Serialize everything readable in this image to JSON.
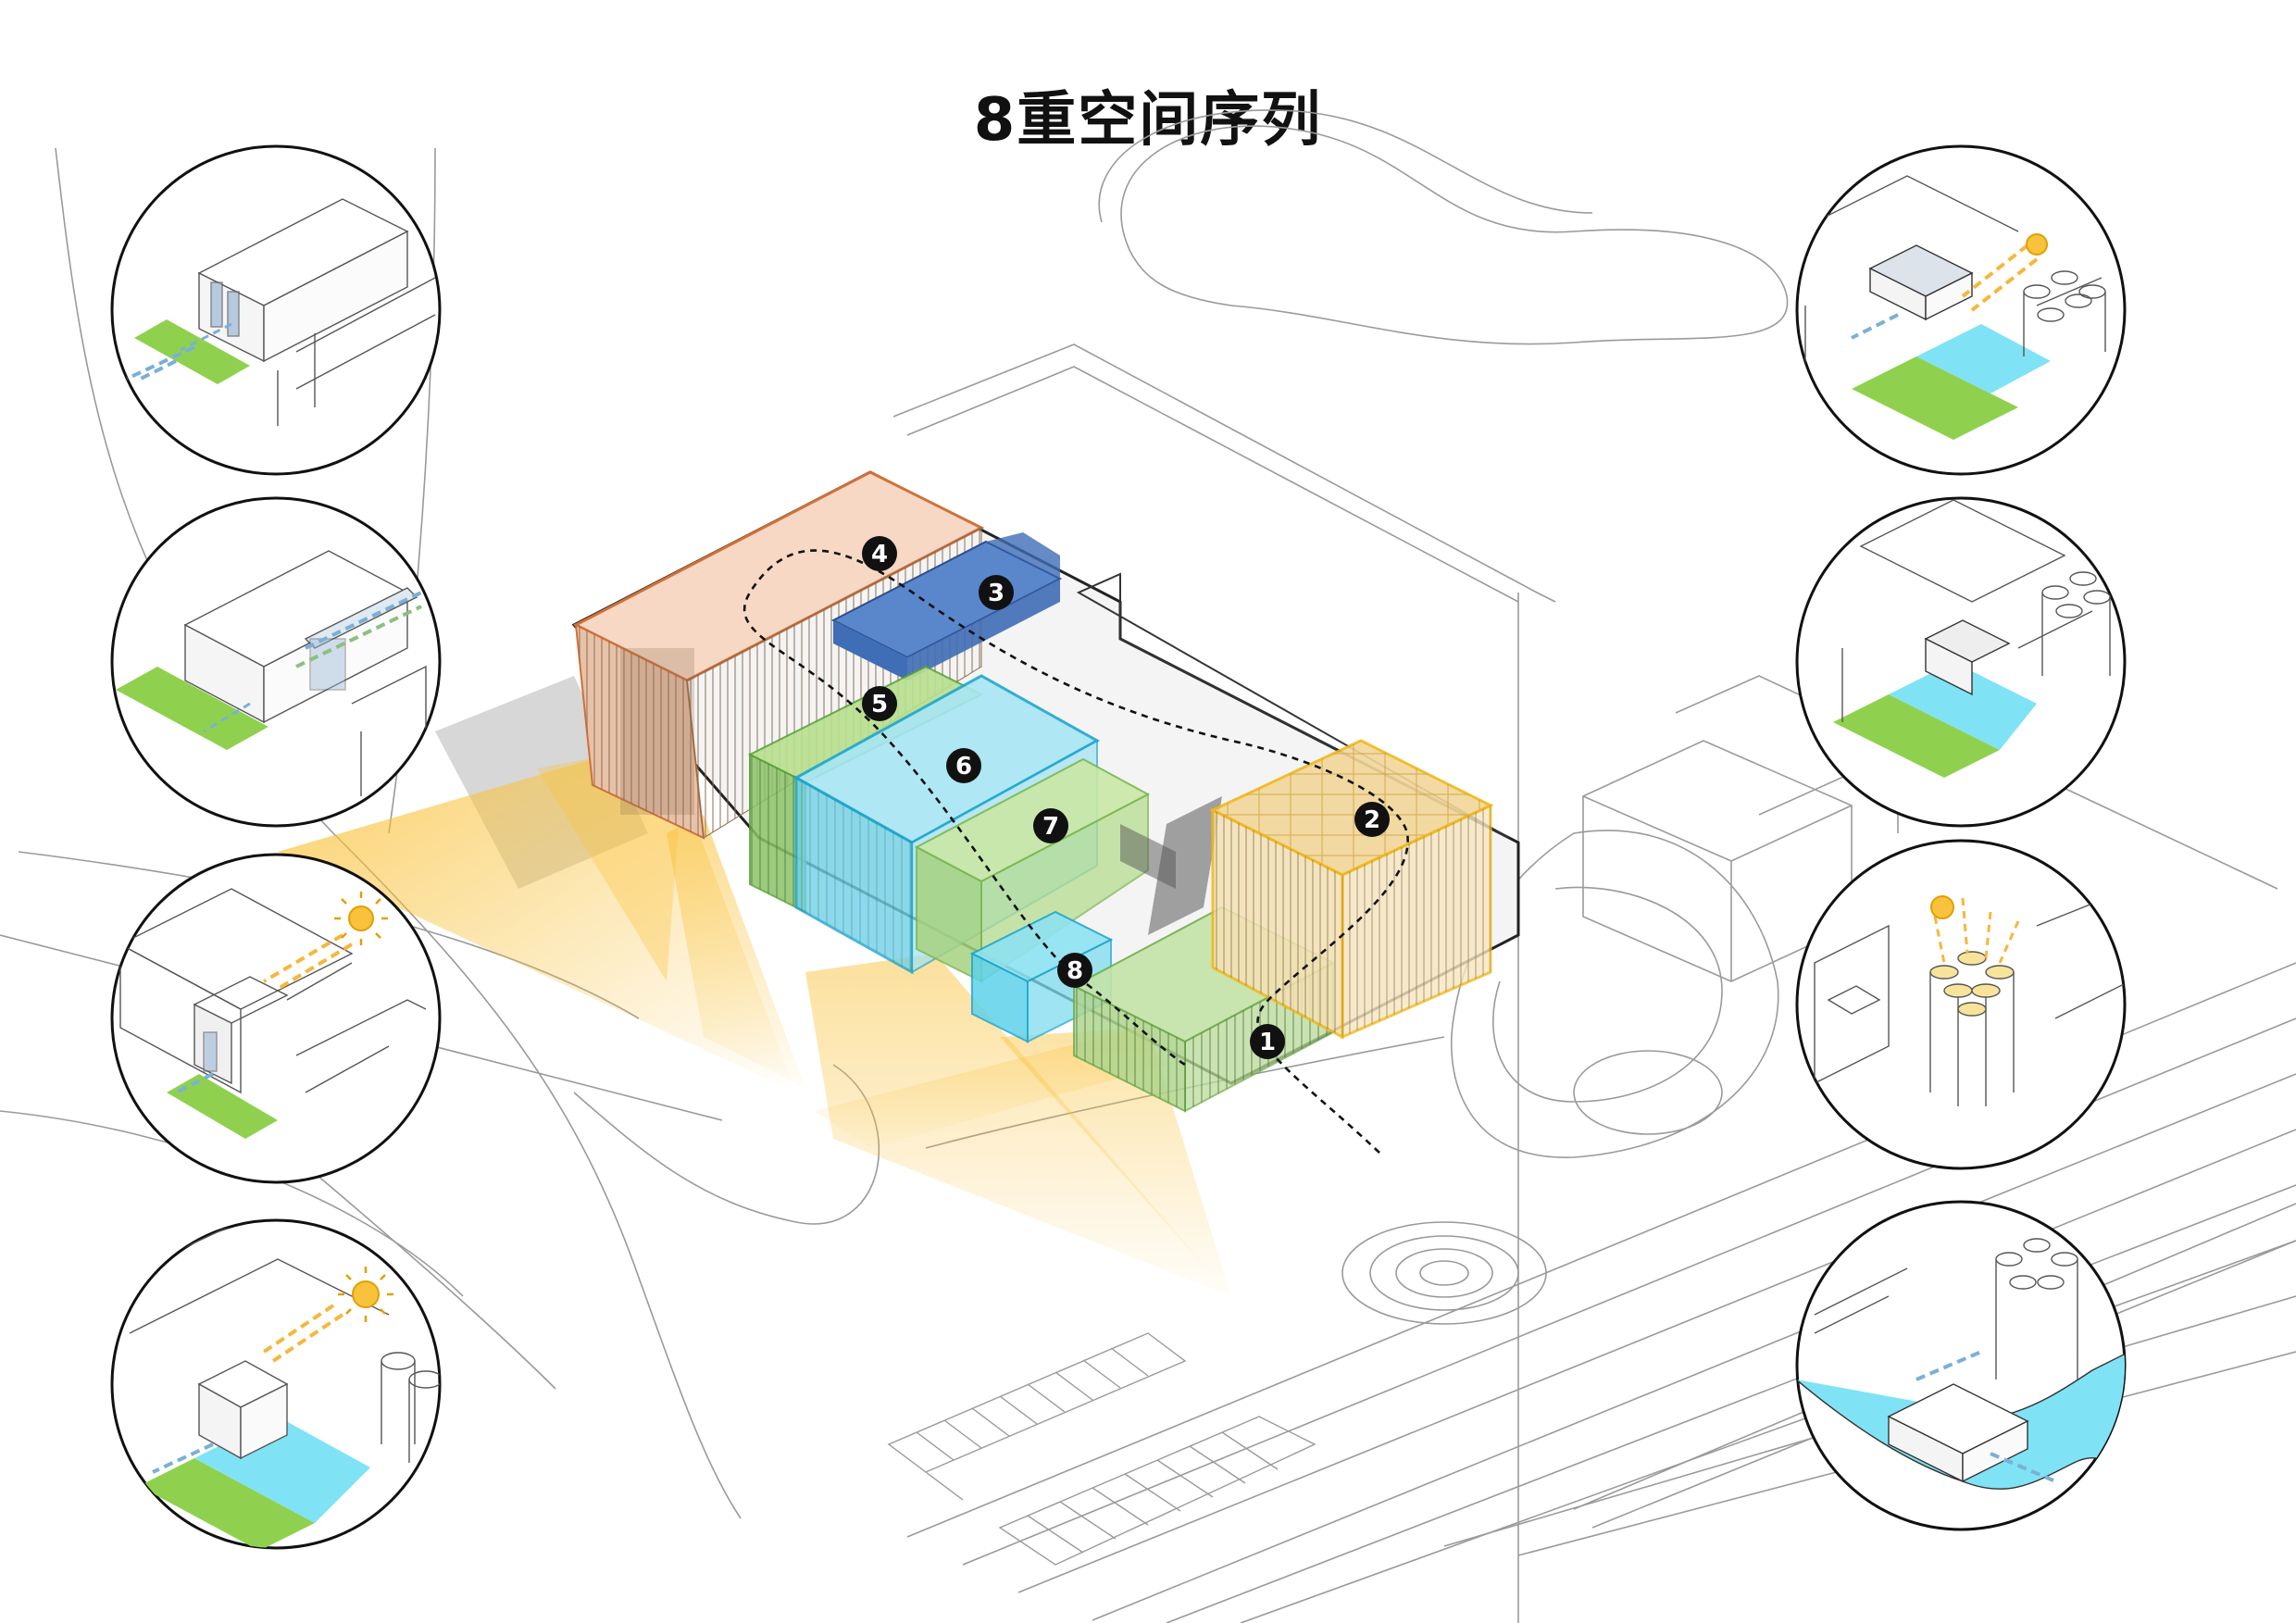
{
  "title": "8重空间序列",
  "markers": [
    "1",
    "2",
    "3",
    "4",
    "5",
    "6",
    "7",
    "8"
  ],
  "colors": {
    "orange_volume": "#f7d8c4",
    "blue_volume": "#3f6db6",
    "cyan_volume": "#7fdcf0",
    "green_volume": "#a7d77a",
    "yellow_volume": "#f6c948",
    "sunlight": "#f9c23c",
    "lawn": "#8fd14f",
    "water": "#7fe3f5",
    "line": "#555555"
  }
}
